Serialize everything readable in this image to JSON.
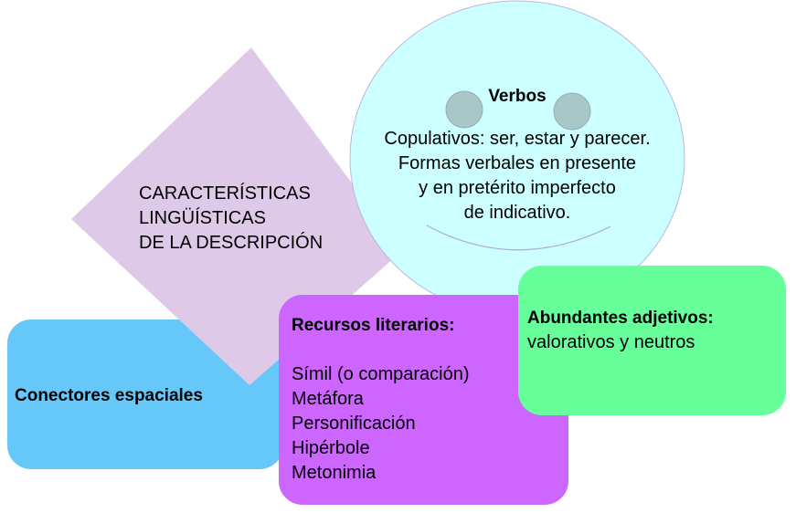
{
  "colors": {
    "diamond": "#dfc9e9",
    "circle": "#ccffff",
    "eyes": "#a8c8c8",
    "connectors_box": "#66c8f8",
    "resources_box": "#cc66ff",
    "adjectives_box": "#66ff99"
  },
  "diamond": {
    "lines": [
      "CARACTERÍSTICAS",
      "LINGÜÍSTICAS",
      "DE LA DESCRIPCIÓN"
    ]
  },
  "verbs": {
    "title": "Verbos",
    "lines": [
      "Copulativos: ser, estar y parecer.",
      "Formas verbales en presente",
      "y en pretérito imperfecto",
      "de indicativo."
    ]
  },
  "connectors": {
    "title": "Conectores espaciales"
  },
  "resources": {
    "title": "Recursos literarios:",
    "items": [
      "Símil (o comparación)",
      "Metáfora",
      "Personificación",
      "Hipérbole",
      "Metonimia"
    ]
  },
  "adjectives": {
    "title": "Abundantes adjetivos:",
    "subtitle": "valorativos y neutros"
  }
}
